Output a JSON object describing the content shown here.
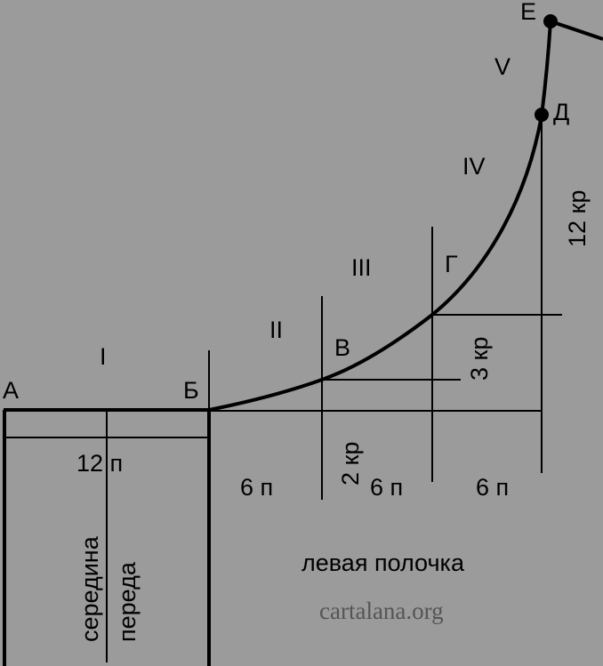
{
  "colors": {
    "background": "#9b9b9b",
    "ink": "#000000",
    "watermark": "#555555"
  },
  "points": {
    "a": "А",
    "b": "Б",
    "v": "В",
    "g": "Г",
    "d": "Д",
    "e": "Е"
  },
  "segments": {
    "s1": "I",
    "s2": "II",
    "s3": "III",
    "s4": "IV",
    "s5": "V"
  },
  "measures": {
    "width_12p": "12 п",
    "step_6p_1": "6 п",
    "step_6p_2": "6 п",
    "step_6p_3": "6 п",
    "rise_2kr": "2 кр",
    "rise_3kr": "3 кр",
    "rise_12kr": "12 кр"
  },
  "labels": {
    "center_front_line1": "середина",
    "center_front_line2": "переда",
    "left_front": "левая полочка",
    "watermark": "cartalana.org"
  }
}
